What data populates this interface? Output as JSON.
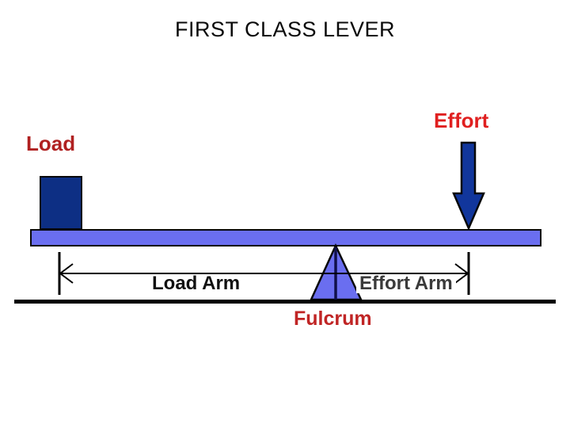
{
  "diagram": {
    "title": "FIRST CLASS LEVER",
    "background_color": "#ffffff",
    "labels": {
      "load": "Load",
      "effort": "Effort",
      "fulcrum": "Fulcrum",
      "load_arm": "Load Arm",
      "effort_arm": "Effort Arm"
    },
    "colors": {
      "title_text": "#0a0a0a",
      "load_text": "#b02121",
      "effort_text": "#e02020",
      "fulcrum_text": "#c02525",
      "arm_text": "#111111",
      "effort_arm_text": "#3a3a3a",
      "load_block_fill": "#0d2f84",
      "lever_bar_fill": "#6a6ef0",
      "fulcrum_fill": "#6a6ef0",
      "effort_arrow_fill": "#11369c",
      "outline": "#080808",
      "ground_line": "#000000"
    },
    "parts": [
      {
        "name": "load-block",
        "label": "Load",
        "shape": "rectangle"
      },
      {
        "name": "lever-bar",
        "label": "",
        "shape": "bar"
      },
      {
        "name": "fulcrum-triangle",
        "label": "Fulcrum",
        "shape": "triangle"
      },
      {
        "name": "effort-arrow",
        "label": "Effort",
        "shape": "down-arrow"
      },
      {
        "name": "ground-line",
        "label": "",
        "shape": "line"
      },
      {
        "name": "load-arm-dimension",
        "label": "Load Arm",
        "shape": "dimension-arrow"
      },
      {
        "name": "effort-arm-dimension",
        "label": "Effort Arm",
        "shape": "dimension-arrow"
      }
    ]
  }
}
